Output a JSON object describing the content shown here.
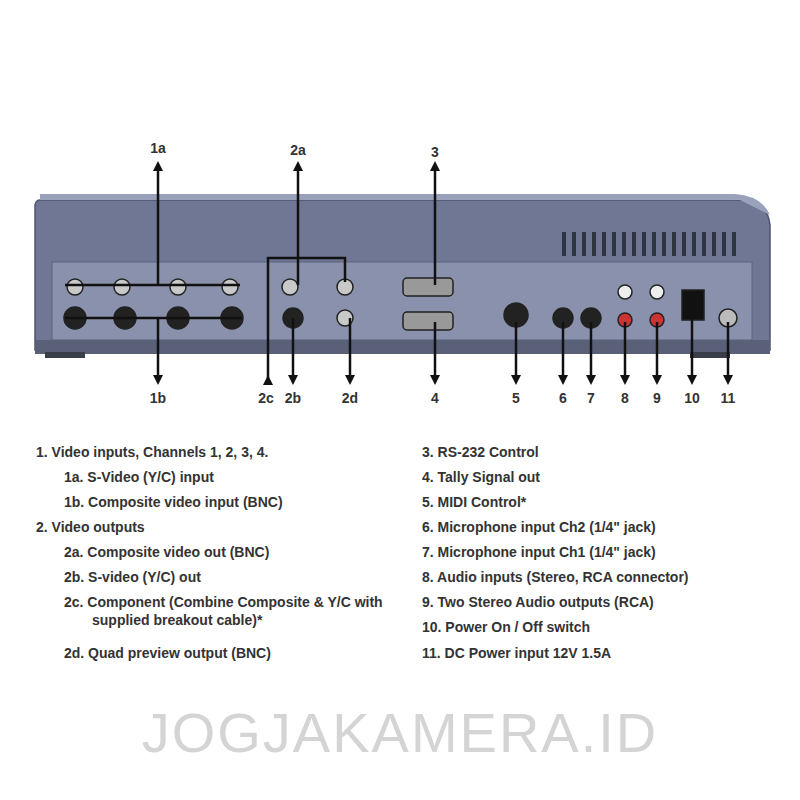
{
  "diagram": {
    "labels": [
      "1a",
      "2a",
      "3",
      "1b",
      "2c",
      "2b",
      "2d",
      "4",
      "5",
      "6",
      "7",
      "8",
      "9",
      "10",
      "11",
      "1. Video inputs, Channels 1, 2, 3, 4.",
      "1a. S-Video (Y/C) input",
      "1b. Composite video input (BNC)",
      "2. Video outputs",
      "2a. Composite video out (BNC)",
      "2b. S-video (Y/C) out",
      "2c. Component (Combine Composite & Y/C with supplied breakout cable)*",
      "2d. Quad preview output (BNC)",
      "3. RS-232 Control",
      "4. Tally Signal out",
      "5. MIDI Control*",
      "6. Microphone input Ch2 (1/4\" jack)",
      "7. Microphone input Ch1 (1/4\" jack)",
      "8. Audio inputs (Stereo, RCA connector)",
      "9. Two Stereo Audio outputs (RCA)",
      "10. Power On / Off switch",
      "11. DC Power input 12V 1.5A",
      "JOGJAKAMERA.ID"
    ]
  }
}
